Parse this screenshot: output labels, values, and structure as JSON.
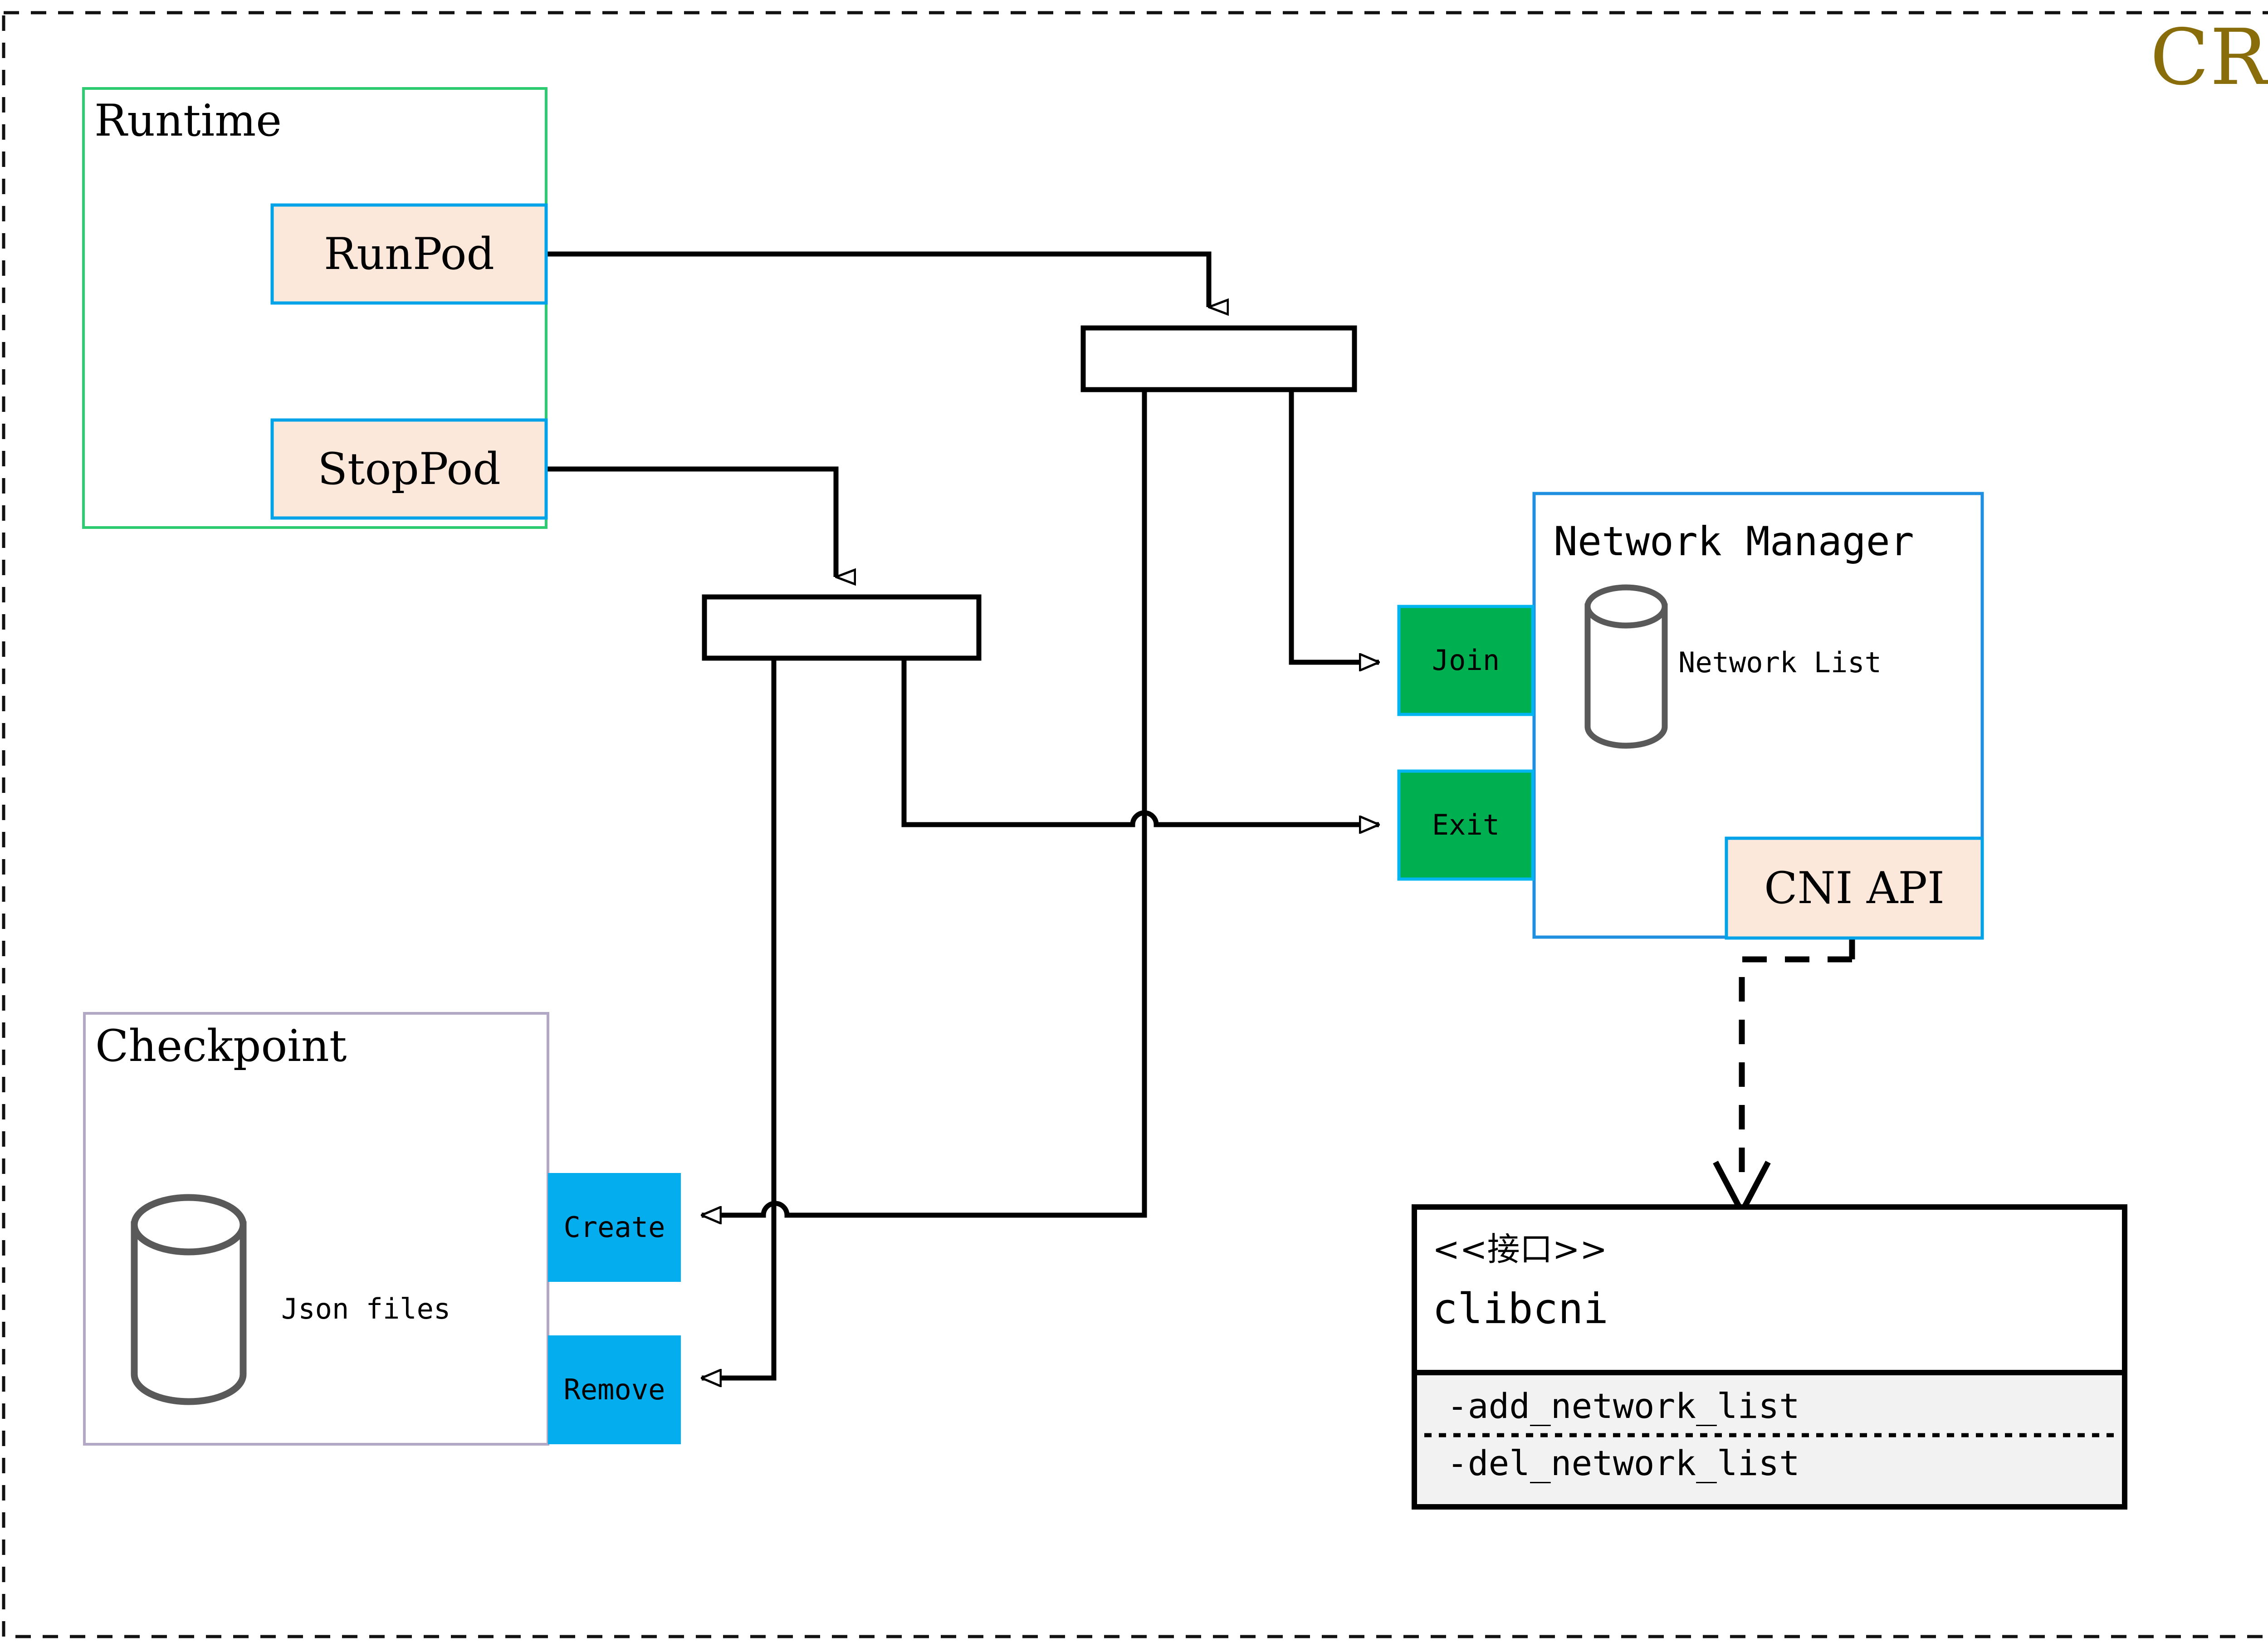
{
  "diagram": {
    "title": "CRI",
    "title_color": "#8a6d0b",
    "outer_border_style": "dashed"
  },
  "groups": {
    "runtime": {
      "label": "Runtime",
      "border_color": "#2ecc71"
    },
    "checkpoint": {
      "label": "Checkpoint",
      "border_color": "#b3a7c6"
    },
    "network_manager": {
      "label": "Network Manager",
      "border_color": "#1f8fe0"
    }
  },
  "nodes": {
    "runpod": {
      "label": "RunPod",
      "fill": "#fce8da",
      "border": "#00a2e8"
    },
    "stoppod": {
      "label": "StopPod",
      "fill": "#fce8da",
      "border": "#00a2e8"
    },
    "join": {
      "label": "Join",
      "fill": "#00b050",
      "border": "#00b5f0"
    },
    "exit": {
      "label": "Exit",
      "fill": "#00b050",
      "border": "#00b5f0"
    },
    "create": {
      "label": "Create",
      "fill": "#04aeee"
    },
    "remove": {
      "label": "Remove",
      "fill": "#04aeee"
    },
    "cni_api": {
      "label": "CNI API",
      "fill": "#fce8da",
      "border": "#00a2e8"
    },
    "network_list": {
      "label": "Network List",
      "shape": "cylinder"
    },
    "json_files": {
      "label": "Json files",
      "shape": "cylinder"
    },
    "connector_top": {
      "label": "",
      "fill": "#ffffff",
      "border": "#000000"
    },
    "connector_bottom": {
      "label": "",
      "fill": "#ffffff",
      "border": "#000000"
    }
  },
  "interface_box": {
    "stereotype": "《接口》",
    "stereotype_display": "<<接口>>",
    "name": "clibcni",
    "operations": [
      "-add_network_list",
      "-del_network_list"
    ],
    "operations_fill": "#f2f2f2",
    "separator_style": "dotted"
  },
  "edges": [
    {
      "from": "runpod",
      "to": "connector_top",
      "style": "solid",
      "arrow": "hollow-triangle"
    },
    {
      "from": "stoppod",
      "to": "connector_bottom",
      "style": "solid",
      "arrow": "hollow-triangle"
    },
    {
      "from": "connector_top",
      "to": "join",
      "style": "solid",
      "arrow": "hollow-triangle"
    },
    {
      "from": "connector_top",
      "to": "create",
      "style": "solid",
      "arrow": "hollow-triangle"
    },
    {
      "from": "connector_bottom",
      "to": "exit",
      "style": "solid",
      "arrow": "hollow-triangle"
    },
    {
      "from": "connector_bottom",
      "to": "remove",
      "style": "solid",
      "arrow": "hollow-triangle"
    },
    {
      "from": "cni_api",
      "to": "clibcni",
      "style": "dashed",
      "arrow": "open-v"
    }
  ]
}
